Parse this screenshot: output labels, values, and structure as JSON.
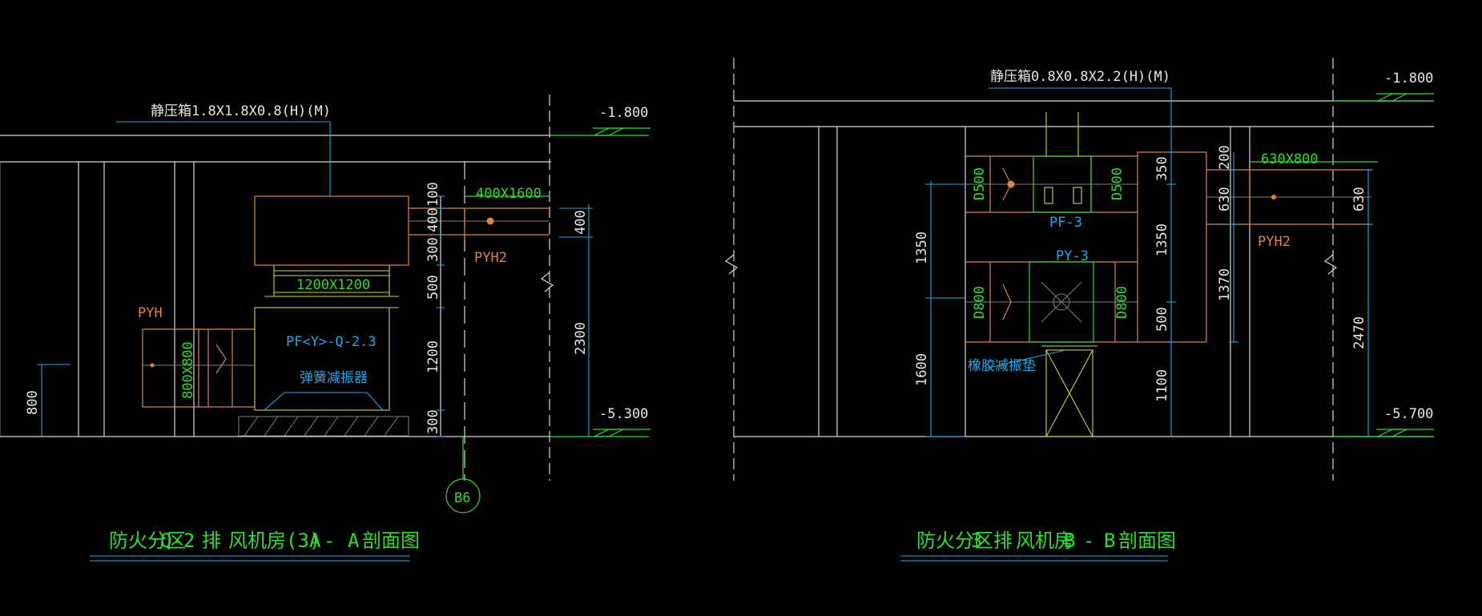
{
  "left": {
    "plenum": "静压箱1.8X1.8X0.8(H)(M)",
    "elev_top": "-1.800",
    "elev_bottom": "-5.300",
    "duct_size": "400X1600",
    "duct_tag": "PYH2",
    "unit_size": "1200X1200",
    "unit_label": "PF<Y>-Q-2.3",
    "isolator": "弹簧减振器",
    "pyh_tag": "PYH",
    "side_duct": "800X800",
    "dim_left": "800",
    "dims_stack": [
      "100",
      "400",
      "300",
      "500",
      "1200",
      "300"
    ],
    "dim_r1": "400",
    "dim_r2": "2300",
    "grid_bubble": "B6",
    "title": {
      "p1": "防火分区",
      "p2": "Q-2",
      "p3": "排",
      "p4": "风机房(3)",
      "p5": "A",
      "p6": "-",
      "p7": "A",
      "p8": "剖面图"
    }
  },
  "right": {
    "plenum": "静压箱0.8X0.8X2.2(H)(M)",
    "elev_top": "-1.800",
    "elev_bottom": "-5.700",
    "fan_upper": "PF-3",
    "fan_lower": "PY-3",
    "d500": "D500",
    "d800": "D800",
    "pad": "橡胶减振垫",
    "duct_size": "630X800",
    "duct_tag": "PYH2",
    "dim_1350": "1350",
    "dim_1600": "1600",
    "dims_mid": [
      "350",
      "1350",
      "500",
      "1100"
    ],
    "dims_right": [
      "200",
      "630",
      "1370"
    ],
    "dim_far_630": "630",
    "dim_far_2470": "2470",
    "title": {
      "p1": "防火分区",
      "p2": "3",
      "p3": "排",
      "p4": "风机房",
      "p5": "B",
      "p6": "-",
      "p7": "B",
      "p8": "剖面图"
    }
  }
}
